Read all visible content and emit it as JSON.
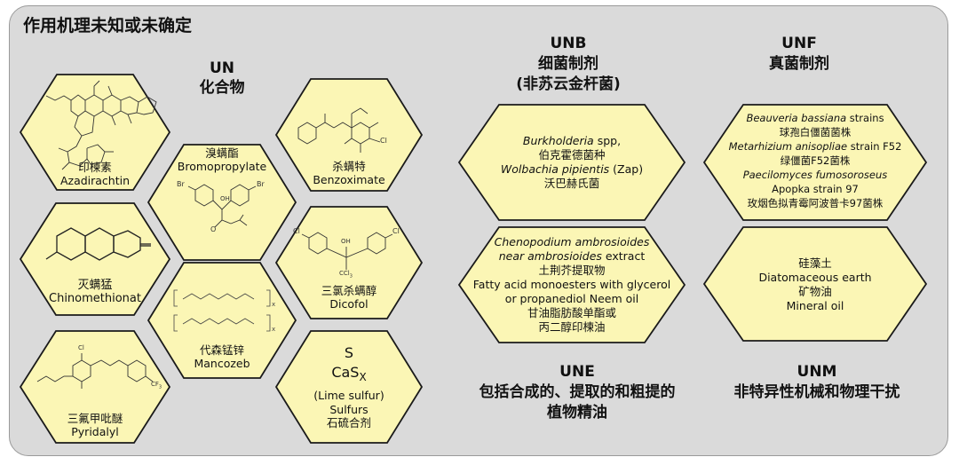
{
  "title": "作用机理未知或未确定",
  "groups": {
    "un": {
      "code": "UN",
      "name": "化合物"
    },
    "unb": {
      "code": "UNB",
      "name": "细菌制剂",
      "note": "(非苏云金杆菌)"
    },
    "unf": {
      "code": "UNF",
      "name": "真菌制剂"
    },
    "une": {
      "code": "UNE",
      "name": "包括合成的、提取的和粗提的",
      "name2": "植物精油"
    },
    "unm": {
      "code": "UNM",
      "name": "非特异性机械和物理干扰"
    }
  },
  "compounds": {
    "azadirachtin": {
      "cn": "印楝素",
      "en": "Azadirachtin"
    },
    "bromopropylate": {
      "cn": "溴螨酯",
      "en": "Bromopropylate"
    },
    "benzoximate": {
      "cn": "杀螨特",
      "en": "Benzoximate"
    },
    "chinomethionat": {
      "cn": "灭螨猛",
      "en": "Chinomethionat"
    },
    "mancozeb": {
      "cn": "代森锰锌",
      "en": "Mancozeb"
    },
    "dicofol": {
      "cn": "三氯杀螨醇",
      "en": "Dicofol"
    },
    "pyridalyl": {
      "cn": "三氟甲吡醚",
      "en": "Pyridalyl"
    },
    "sulfurs": {
      "s": "S",
      "cas": "CaS",
      "cas_sub": "X",
      "lime": "(Lime sulfur)",
      "en": "Sulfurs",
      "cn": "石硫合剂"
    }
  },
  "unb_box": {
    "l1": "Burkholderia",
    "l1b": " spp,",
    "l2": "伯克霍德菌种",
    "l3": "Wolbachia pipientis",
    "l3b": " (Zap)",
    "l4": "沃巴赫氏菌"
  },
  "une_box": {
    "l1": "Chenopodium ambrosioides",
    "l2": "near ambrosioides",
    "l2b": " extract",
    "l3": "土荆芥提取物",
    "l4": "Fatty acid monoesters with glycerol",
    "l5": "or propanediol Neem oil",
    "l6": "甘油脂肪酸单酯或",
    "l7": "丙二醇印楝油"
  },
  "unf_box": {
    "l1": "Beauveria bassiana",
    "l1b": " strains",
    "l2": "球孢白僵菌菌株",
    "l3": "Metarhizium anisopliae",
    "l3b": " strain F52",
    "l4": "绿僵菌F52菌株",
    "l5": "Paecilomyces fumosoroseus",
    "l6": "Apopka strain 97",
    "l7": "玫烟色拟青霉阿波普卡97菌株"
  },
  "unm_box": {
    "l1": "硅藻土",
    "l2": "Diatomaceous earth",
    "l3": "矿物油",
    "l4": "Mineral oil"
  },
  "atoms": {
    "br": "Br",
    "cl": "Cl",
    "oh": "OH",
    "ccl3": "CCl",
    "ccl3_sub": "3",
    "cf3": "CF",
    "cf3_sub": "3",
    "o": "O",
    "x": "x"
  },
  "colors": {
    "hex_fill": "#fbf6b5",
    "hex_stroke": "#1a1a1a",
    "panel": "#dadada"
  }
}
